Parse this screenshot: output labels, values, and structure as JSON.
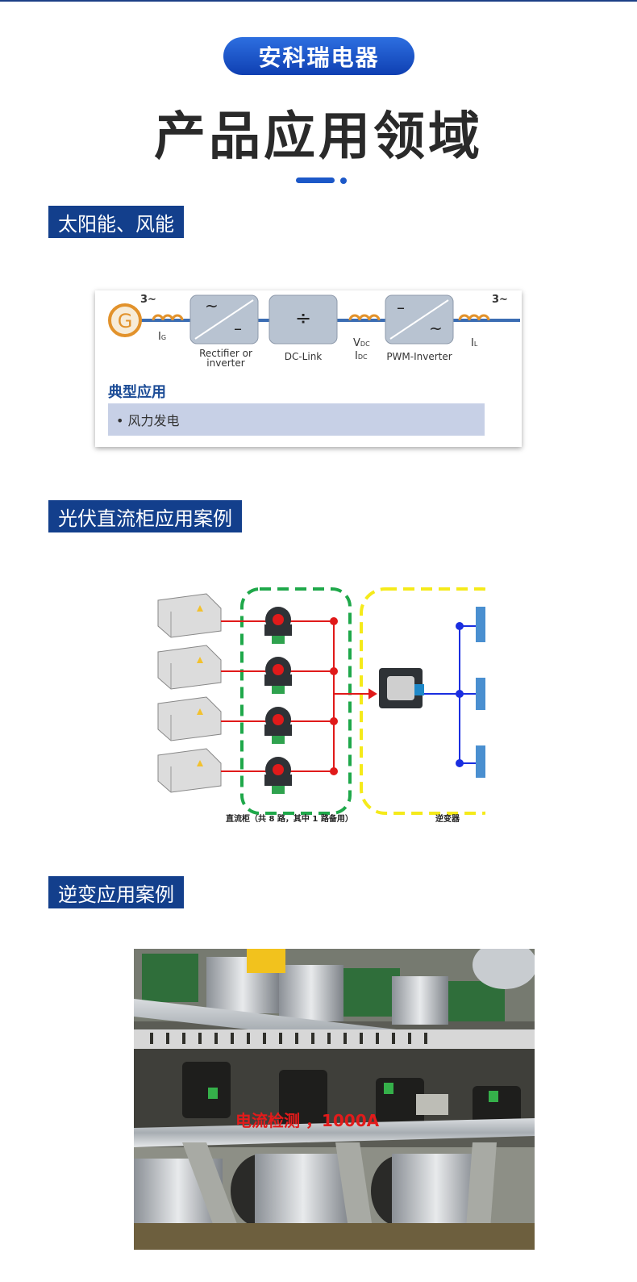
{
  "brand": "安科瑞电器",
  "page_title": "产品应用领域",
  "sections": [
    {
      "tag": "太阳能、风能",
      "diagram": {
        "phase_left": "3~",
        "phase_right": "3~",
        "blocks": [
          {
            "label": "Rectifier or inverter"
          },
          {
            "label": "DC-Link"
          },
          {
            "label": "PWM-Inverter"
          }
        ],
        "sym_ig": "I",
        "sym_ig_sub": "G",
        "sym_vdc": "V",
        "sym_vdc_sub": "DC",
        "sym_idc": "I",
        "sym_idc_sub": "DC",
        "sym_il": "I",
        "sym_il_sub": "L",
        "typical_title": "典型应用",
        "typical_item": "• 风力发电"
      }
    },
    {
      "tag": "光伏直流柜应用案例",
      "diagram": {
        "caption_left": "直流柜（共 8 路，其中 1 路备用）",
        "caption_right": "逆变器"
      }
    },
    {
      "tag": "逆变应用案例",
      "photo": {
        "caption": "电流检测 ，1000A"
      }
    }
  ],
  "colors": {
    "brand_blue": "#1c58c8",
    "tag_blue": "#133f8c",
    "caption_red": "#e21b1b"
  }
}
